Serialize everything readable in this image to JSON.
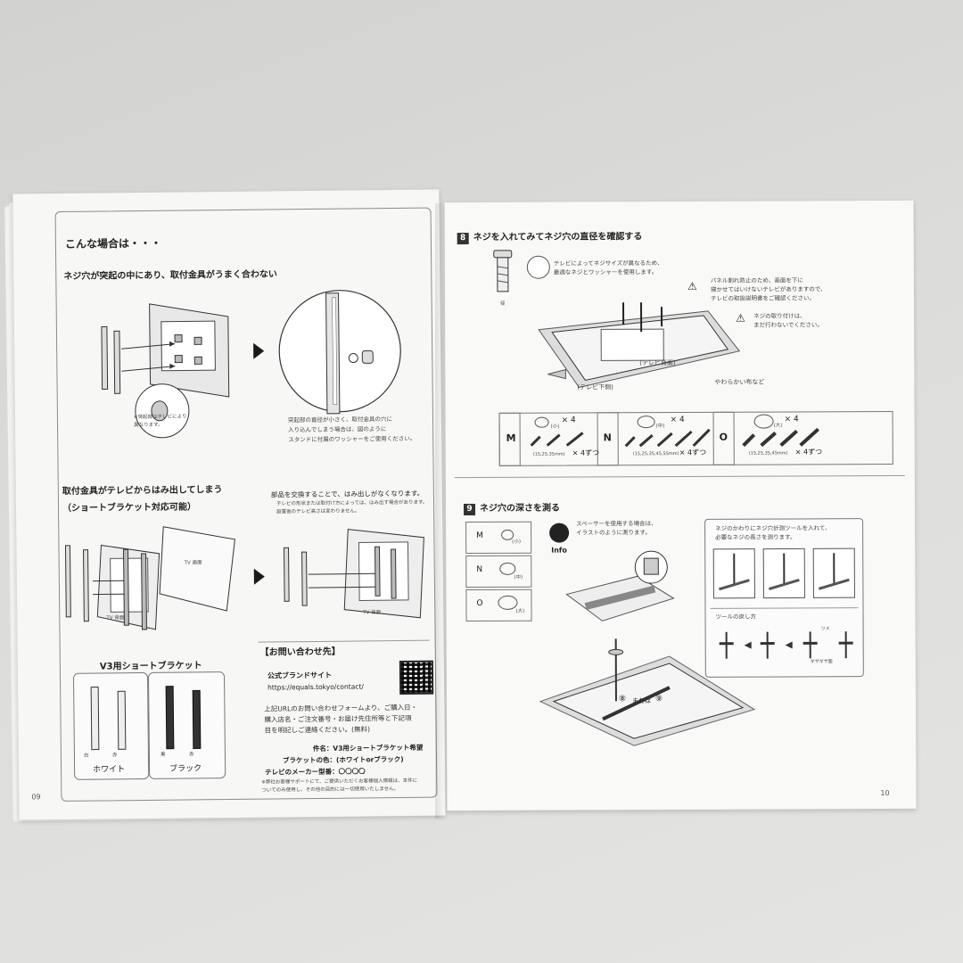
{
  "left_page": {
    "heading": "こんな場合は・・・",
    "case1_title": "ネジ穴が突起の中にあり、取付金具がうまく合わない",
    "case1_callout": "※突起部はテレビにより異なります。",
    "case1_desc": [
      "突起部の直径が小さく、取付金具の穴に",
      "入り込んでしまう場合は、図のように",
      "スタンドに付属のワッシャーをご使用ください。"
    ],
    "case2_title": "取付金具がテレビからはみ出してしまう",
    "case2_subtitle": "（ショートブラケット対応可能）",
    "case2_desc": "部品を交換することで、はみ出しがなくなります。",
    "case2_note": [
      "テレビの形状または取付け方によっては、はみ出す場合があります。",
      "設置後のテレビ高さは変わりません。"
    ],
    "tv_screen_label": "TV 画面",
    "tv_back_label": "TV 背面",
    "tv_back_label2": "TV 背面",
    "bracket_title": "V3用ショートブラケット",
    "bracket_white_labels": [
      "白",
      "赤"
    ],
    "bracket_white_name": "ホワイト",
    "bracket_black_labels": [
      "黒",
      "赤"
    ],
    "bracket_black_name": "ブラック",
    "contact_title": "【お問い合わせ先】",
    "brand_site_label": "公式ブランドサイト",
    "brand_site_url": "https://equals.tokyo/contact/",
    "contact_text": [
      "上記URLのお問い合わせフォームより、ご購入日・",
      "購入店名・ご注文番号・お届け先住所等と下記項",
      "目を明記しご連絡ください。(無料)"
    ],
    "subject_line": "件名：V3用ショートブラケット希望",
    "color_line": "ブラケットの色：(ホワイトorブラック)",
    "maker_line": "テレビのメーカー型番：〇〇〇〇",
    "privacy_note": [
      "※弊社お客様サポートにて、ご提供いただくお客様個人情報は、本件に",
      "ついてのみ使用し、その他の目的には一切使用いたしません。"
    ],
    "page_number": "09"
  },
  "right_page": {
    "step8_num": "8",
    "step8_title": "ネジを入れてみてネジ穴の直径を確認する",
    "diameter_label": "径",
    "step8_note1": [
      "テレビによってネジサイズが異なるため、",
      "最適なネジとワッシャーを使用します。"
    ],
    "step8_warn1": [
      "パネル割れ防止のため、画面を下に",
      "寝かせてはいけないテレビがありますので、",
      "テレビの取扱説明書をご確認ください。"
    ],
    "step8_warn2": [
      "ネジの取り付けは、",
      "まだ行わないでください。"
    ],
    "tv_back": "(テレビ背面)",
    "tv_bottom": "(テレビ下側)",
    "soft_cloth": "やわらかい布など",
    "sizes": [
      {
        "letter": "M",
        "washer": "(小)",
        "count": "× 4",
        "lengths": "(15,25,35mm)",
        "screw_count": "× 4ずつ"
      },
      {
        "letter": "N",
        "washer": "(中)",
        "count": "× 4",
        "lengths": "(15,25,35,45,55mm)",
        "screw_count": "× 4ずつ"
      },
      {
        "letter": "O",
        "washer": "(大)",
        "count": "× 4",
        "lengths": "(15,25,35,45mm)",
        "screw_count": "× 4ずつ"
      }
    ],
    "step9_num": "9",
    "step9_title": "ネジ穴の深さを測る",
    "depth_rows": [
      {
        "letter": "M",
        "washer": "(小)"
      },
      {
        "letter": "N",
        "washer": "(中)"
      },
      {
        "letter": "O",
        "washer": "(大)"
      }
    ],
    "info_label": "Info",
    "spacer_note": [
      "スペーサーを使用する場合は、",
      "イラストのように測ります。"
    ],
    "tool_note": [
      "ネジのかわりにネジ穴計測ツールを入れて、",
      "必要なネジの長さを測ります。"
    ],
    "tool_return": "ツールの戻し方",
    "tool_labels": [
      "ツメ",
      "ギザギザ面"
    ],
    "step_ref": [
      "⑧",
      "または",
      "⑨"
    ],
    "page_number": "10"
  }
}
